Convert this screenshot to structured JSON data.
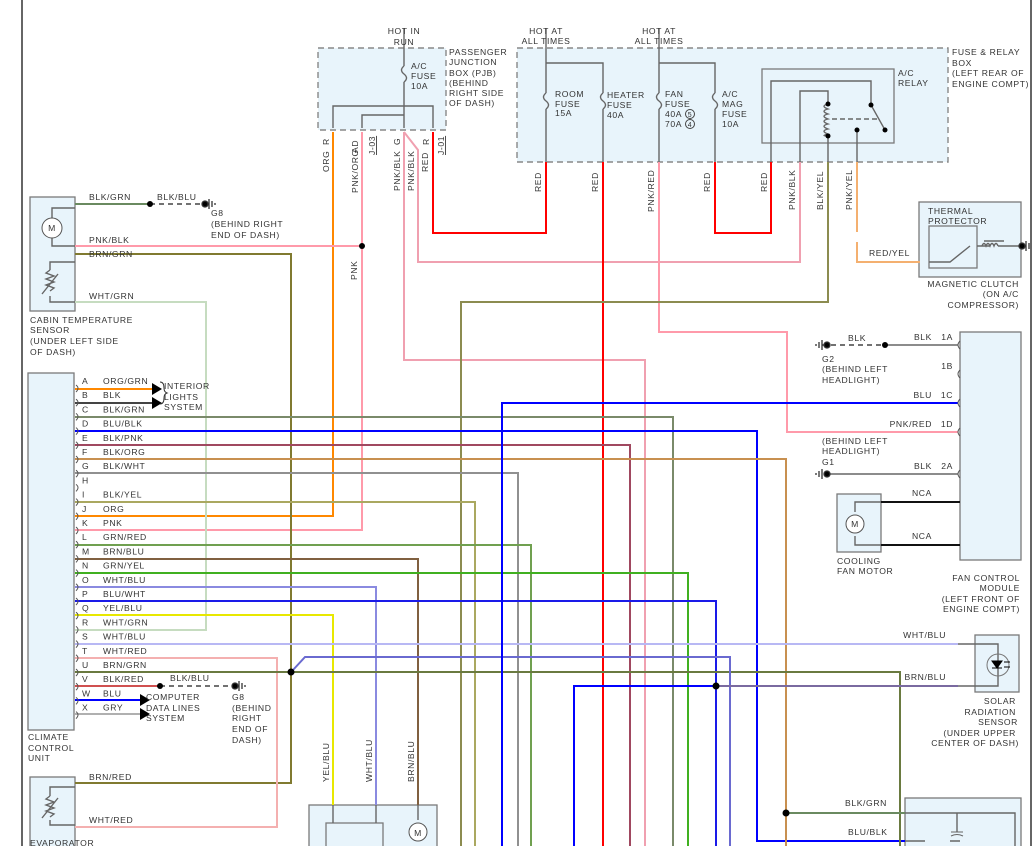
{
  "colors": {
    "box_fill": "#e8f4fb",
    "RED": "#ff0000",
    "ORG": "#ff8800",
    "PNK": "#ff9aaa",
    "BLU": "#0000ff"
  },
  "pjb": {
    "hot": [
      "HOT IN",
      "RUN"
    ],
    "fuse": [
      "A/C",
      "FUSE",
      "10A"
    ],
    "label": [
      "PASSENGER",
      "JUNCTION",
      "BOX (PJB)",
      "(BEHIND",
      "RIGHT SIDE",
      "OF DASH)"
    ],
    "pins": [
      "R",
      "AD",
      "G",
      "R"
    ],
    "wires": [
      "ORG",
      "PNK/ORG",
      "PNK/BLK",
      "PNK/BLK",
      "RED"
    ],
    "refs": [
      "J-03",
      "J-01"
    ]
  },
  "frb": {
    "hot1": [
      "HOT AT",
      "ALL TIMES"
    ],
    "hot2": [
      "HOT AT",
      "ALL TIMES"
    ],
    "label": [
      "FUSE & RELAY",
      "BOX",
      "(LEFT REAR OF",
      "ENGINE COMPT)"
    ],
    "room_fuse": [
      "ROOM",
      "FUSE",
      "15A"
    ],
    "heater_fuse": [
      "HEATER",
      "FUSE",
      "40A"
    ],
    "fan_fuse": [
      "FAN",
      "FUSE",
      "40A",
      "70A"
    ],
    "fan_fuse_notes": [
      "5",
      "4"
    ],
    "mag_fuse": [
      "A/C",
      "MAG",
      "FUSE",
      "10A"
    ],
    "relay": [
      "A/C",
      "RELAY"
    ],
    "wires": [
      "RED",
      "RED",
      "PNK/RED",
      "RED",
      "RED",
      "PNK/BLK",
      "BLK/YEL",
      "PNK/YEL"
    ]
  },
  "clutch": {
    "thermal": [
      "THERMAL",
      "PROTECTOR"
    ],
    "label": [
      "MAGNETIC CLUTCH",
      "(ON A/C",
      "COMPRESSOR)"
    ],
    "wire": "RED/YEL"
  },
  "cabin": {
    "wires": [
      "BLK/GRN",
      "PNK/BLK",
      "BRN/GRN",
      "WHT/GRN"
    ],
    "ground_wire": "BLK/BLU",
    "ground": [
      "G8",
      "(BEHIND RIGHT",
      "END OF DASH)"
    ],
    "label": [
      "CABIN TEMPERATURE",
      "SENSOR",
      "(UNDER LEFT SIDE",
      "OF DASH)"
    ],
    "junction_wire": "PNK"
  },
  "ccu": {
    "label": [
      "CLIMATE",
      "CONTROL",
      "UNIT"
    ],
    "pins": [
      {
        "pin": "A",
        "wire": "ORG/GRN"
      },
      {
        "pin": "B",
        "wire": "BLK"
      },
      {
        "pin": "C",
        "wire": "BLK/GRN"
      },
      {
        "pin": "D",
        "wire": "BLU/BLK"
      },
      {
        "pin": "E",
        "wire": "BLK/PNK"
      },
      {
        "pin": "F",
        "wire": "BLK/ORG"
      },
      {
        "pin": "G",
        "wire": "BLK/WHT"
      },
      {
        "pin": "H",
        "wire": ""
      },
      {
        "pin": "I",
        "wire": "BLK/YEL"
      },
      {
        "pin": "J",
        "wire": "ORG"
      },
      {
        "pin": "K",
        "wire": "PNK"
      },
      {
        "pin": "L",
        "wire": "GRN/RED"
      },
      {
        "pin": "M",
        "wire": "BRN/BLU"
      },
      {
        "pin": "N",
        "wire": "GRN/YEL"
      },
      {
        "pin": "O",
        "wire": "WHT/BLU"
      },
      {
        "pin": "P",
        "wire": "BLU/WHT"
      },
      {
        "pin": "Q",
        "wire": "YEL/BLU"
      },
      {
        "pin": "R",
        "wire": "WHT/GRN"
      },
      {
        "pin": "S",
        "wire": "WHT/BLU"
      },
      {
        "pin": "T",
        "wire": "WHT/RED"
      },
      {
        "pin": "U",
        "wire": "BRN/GRN"
      },
      {
        "pin": "V",
        "wire": "BLK/RED"
      },
      {
        "pin": "W",
        "wire": "BLU"
      },
      {
        "pin": "X",
        "wire": "GRY"
      }
    ],
    "interior_lights": [
      "INTERIOR",
      "LIGHTS",
      "SYSTEM"
    ],
    "data_lines": [
      "COMPUTER",
      "DATA LINES",
      "SYSTEM"
    ],
    "ground_wire": "BLK/BLU",
    "ground": [
      "G8",
      "(BEHIND",
      "RIGHT",
      "END OF",
      "DASH)"
    ]
  },
  "fcm": {
    "label": [
      "FAN CONTROL",
      "MODULE",
      "(LEFT FRONT OF",
      "ENGINE COMPT)"
    ],
    "pins": [
      {
        "pin": "1A",
        "wire": "BLK"
      },
      {
        "pin": "1B",
        "wire": ""
      },
      {
        "pin": "1C",
        "wire": "BLU"
      },
      {
        "pin": "1D",
        "wire": "PNK/RED"
      },
      {
        "pin": "2A",
        "wire": "BLK"
      }
    ],
    "g2_wire": "BLK",
    "g2": [
      "G2",
      "(BEHIND LEFT",
      "HEADLIGHT)"
    ],
    "g1": [
      "(BEHIND LEFT",
      "HEADLIGHT)",
      "G1"
    ],
    "motor_wires": [
      "NCA",
      "NCA"
    ],
    "motor_label": [
      "COOLING",
      "FAN MOTOR"
    ],
    "motor_glyph": "M"
  },
  "solar": {
    "wires": [
      "WHT/BLU",
      "BRN/BLU"
    ],
    "label": [
      "SOLAR",
      "RADIATION",
      "SENSOR",
      "(UNDER UPPER",
      "CENTER OF DASH)"
    ]
  },
  "bottom": {
    "motor_wires": [
      "YEL/BLU",
      "WHT/BLU",
      "BRN/BLU"
    ],
    "motor_glyph": "M",
    "evap_wires": [
      "BRN/RED",
      "WHT/RED"
    ],
    "evap_label": "EVAPORATOR",
    "right_wires": [
      "BLK/GRN",
      "BLU/BLK"
    ]
  },
  "icons": [
    "fuse-icon",
    "relay-coil-icon",
    "motor-icon",
    "thermistor-icon",
    "ground-icon",
    "photodiode-icon",
    "connector-icon"
  ]
}
